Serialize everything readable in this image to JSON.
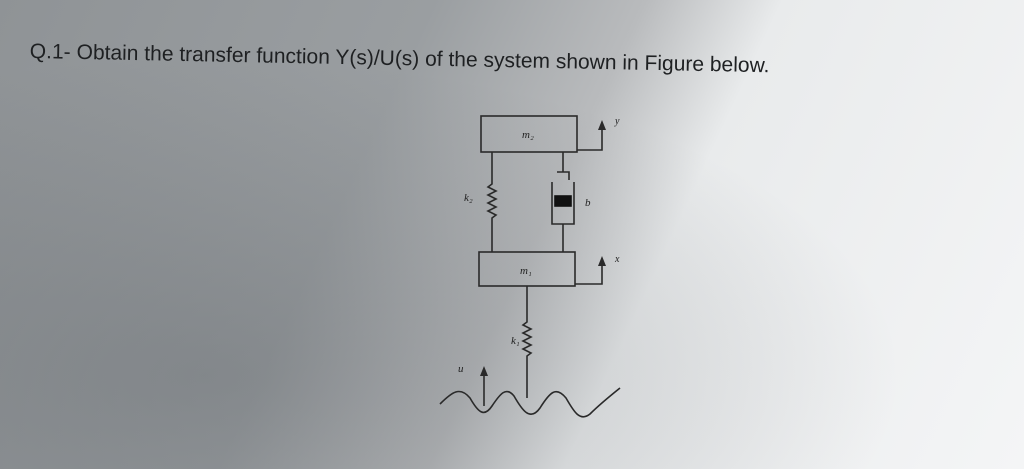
{
  "question": {
    "number": "Q.1-",
    "text": "Obtain the transfer function Y(s)/U(s) of the system shown in Figure below."
  },
  "figure": {
    "labels": {
      "m2": "m₂",
      "m1": "m₁",
      "k2": "k₂",
      "k1": "k₁",
      "b": "b",
      "y": "y",
      "x": "x",
      "u": "u"
    }
  }
}
